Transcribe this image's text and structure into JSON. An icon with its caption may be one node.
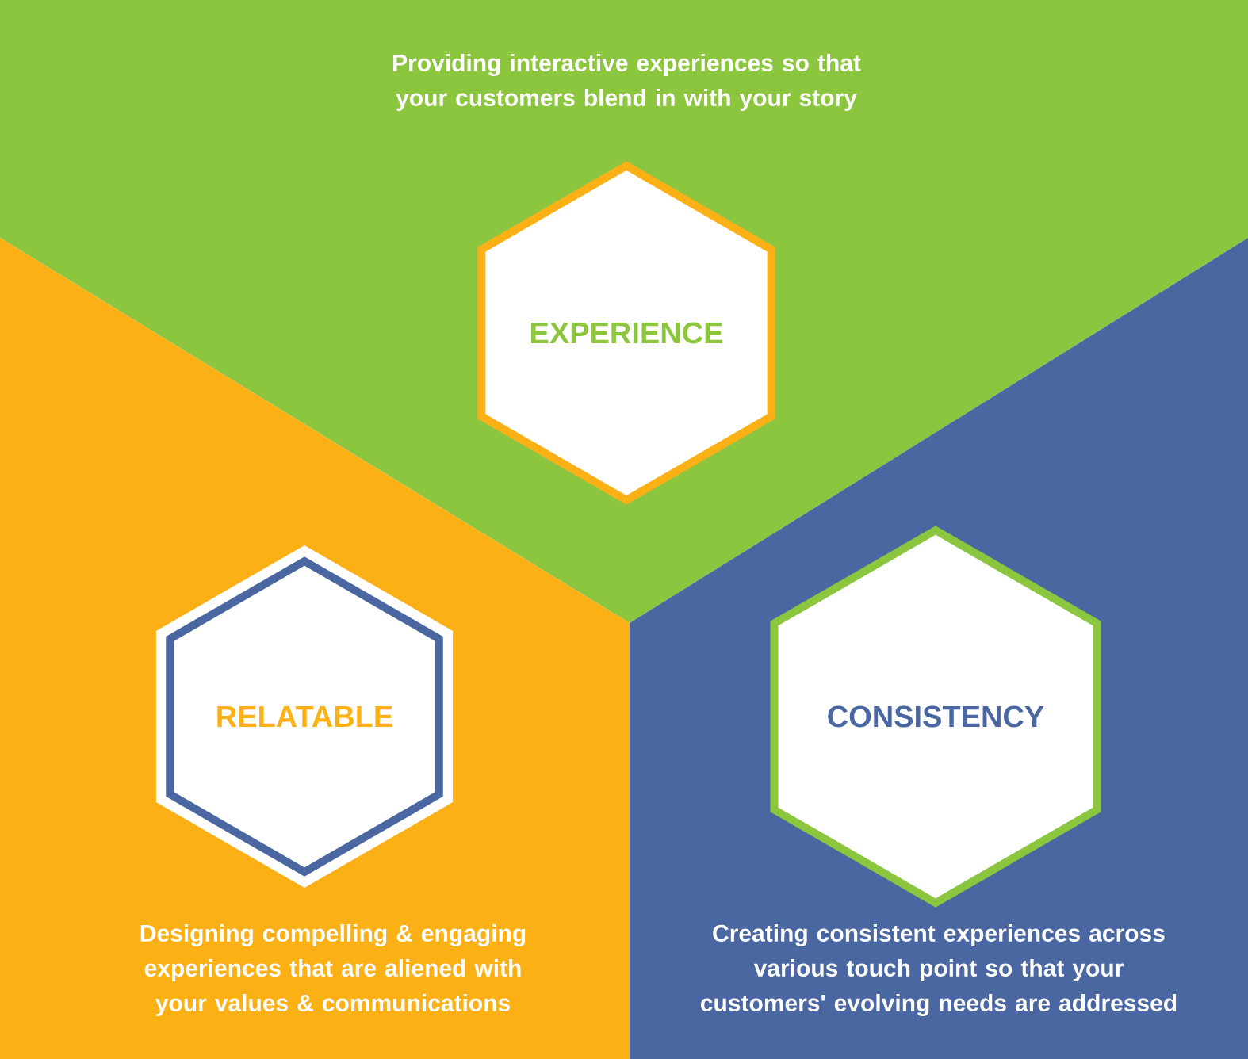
{
  "diagram": {
    "nodes": [
      {
        "text": [
          "Providing interactive experiences so that your customers blend in with your story"
        ]
      },
      {
        "text": [
          "EXPERIENCE"
        ],
        "in": 0
      },
      {
        "text": [
          "Designing compelling & engaging experiences that are aliened with your values & communications"
        ]
      },
      {
        "text": [
          "RELATABLE"
        ],
        "in": 2
      },
      {
        "text": [
          "Creating consistent experiences across various touch point so that your customers' evolving needs are addressed"
        ]
      },
      {
        "text": [
          "CONSISTENCY"
        ],
        "in": 4
      }
    ]
  }
}
